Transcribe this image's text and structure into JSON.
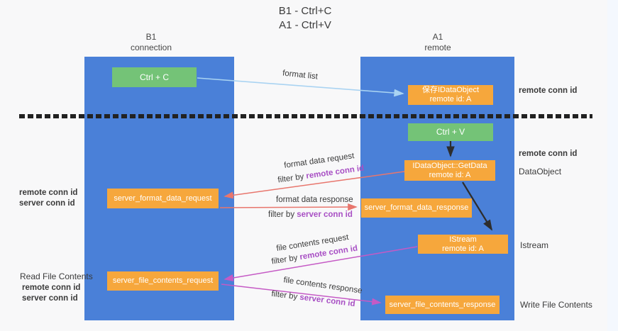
{
  "title": {
    "line1": "B1 - Ctrl+C",
    "line2": "A1 - Ctrl+V"
  },
  "lanes": {
    "left": {
      "name_line1": "B1",
      "name_line2": "connection"
    },
    "right": {
      "name_line1": "A1",
      "name_line2": "remote"
    }
  },
  "nodes": {
    "ctrl_c": {
      "label": "Ctrl + C"
    },
    "save_dataobject": {
      "line1": "保存IDataObject",
      "line2": "remote id: A"
    },
    "ctrl_v": {
      "label": "Ctrl + V"
    },
    "getdata": {
      "line1": "IDataObject::GetData",
      "line2": "remote id: A"
    },
    "istream": {
      "line1": "IStream",
      "line2": "remote id: A"
    },
    "server_format_data_request": {
      "label": "server_format_data_request"
    },
    "server_format_data_response": {
      "label": "server_format_data_response"
    },
    "server_file_contents_request": {
      "label": "server_file_contents_request"
    },
    "server_file_contents_response": {
      "label": "server_file_contents_response"
    }
  },
  "labels": {
    "remote_conn_id": "remote conn id",
    "server_conn_id": "server conn id",
    "dataobject": "DataObject",
    "istream": "Istream",
    "read_file_contents": "Read File Contents",
    "write_file_contents": "Write File Contents"
  },
  "annotations": {
    "format_list": "format list",
    "format_data_request": "format data request",
    "format_data_response": "format data response",
    "file_contents_request": "file contents request",
    "file_contents_response": "file contents response",
    "filter_by": "filter by "
  },
  "colors": {
    "lane_blue": "#4a80d8",
    "node_orange": "#f6a73c",
    "node_green": "#74c377",
    "arrow_light_blue": "#a9d3f2",
    "arrow_salmon": "#e8766d",
    "arrow_magenta": "#c55ac5",
    "text_purple": "#a84fc4",
    "text_green": "#4db354"
  }
}
